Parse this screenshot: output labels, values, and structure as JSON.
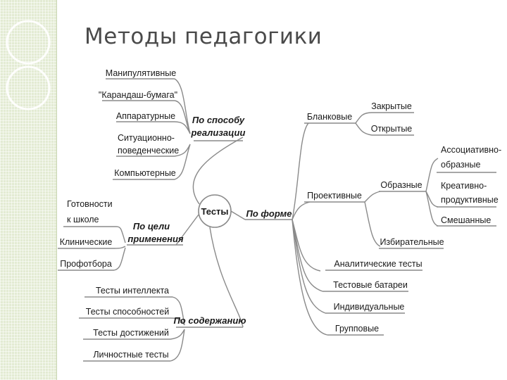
{
  "title": "Методы педагогики",
  "colors": {
    "sidebar": "#e3ebd3",
    "ornament": "#ffffff",
    "line": "#8a8a8a",
    "text": "#1a1a1a"
  },
  "mindmap": {
    "center": "Тесты",
    "branches": {
      "realization": {
        "label": [
          "По способу",
          "реализации"
        ],
        "items": {
          "manip": "Манипулятивные",
          "pencil": "\"Карандаш-бумага\"",
          "hardware": "Аппаратурные",
          "situational": [
            "Ситуационно-",
            "поведенческие"
          ],
          "computer": "Компьютерные"
        }
      },
      "purpose": {
        "label": [
          "По цели",
          "применения"
        ],
        "items": {
          "readiness": [
            "Готовности",
            "к школе"
          ],
          "clinical": "Клинические",
          "career": "Профотбора"
        }
      },
      "content": {
        "label": "По содержанию",
        "items": {
          "intellect": "Тесты интеллекта",
          "abilities": "Тесты способностей",
          "achievements": "Тесты достижений",
          "personality": "Личностные тесты"
        }
      },
      "form": {
        "label": "По форме",
        "blank": {
          "label": "Бланковые",
          "items": {
            "closed": "Закрытые",
            "open": "Открытые"
          }
        },
        "projective": {
          "label": "Проективные",
          "figurative": {
            "label": "Образные",
            "items": {
              "assoc": [
                "Ассоциативно-",
                "образные"
              ],
              "creative": [
                "Креативно-",
                "продуктивные"
              ],
              "mixed": "Смешанные"
            }
          },
          "selective": "Избирательные"
        },
        "analytic": "Аналитические тесты",
        "battery": "Тестовые батареи",
        "individual": "Индивидуальные",
        "group": "Групповые"
      }
    }
  }
}
